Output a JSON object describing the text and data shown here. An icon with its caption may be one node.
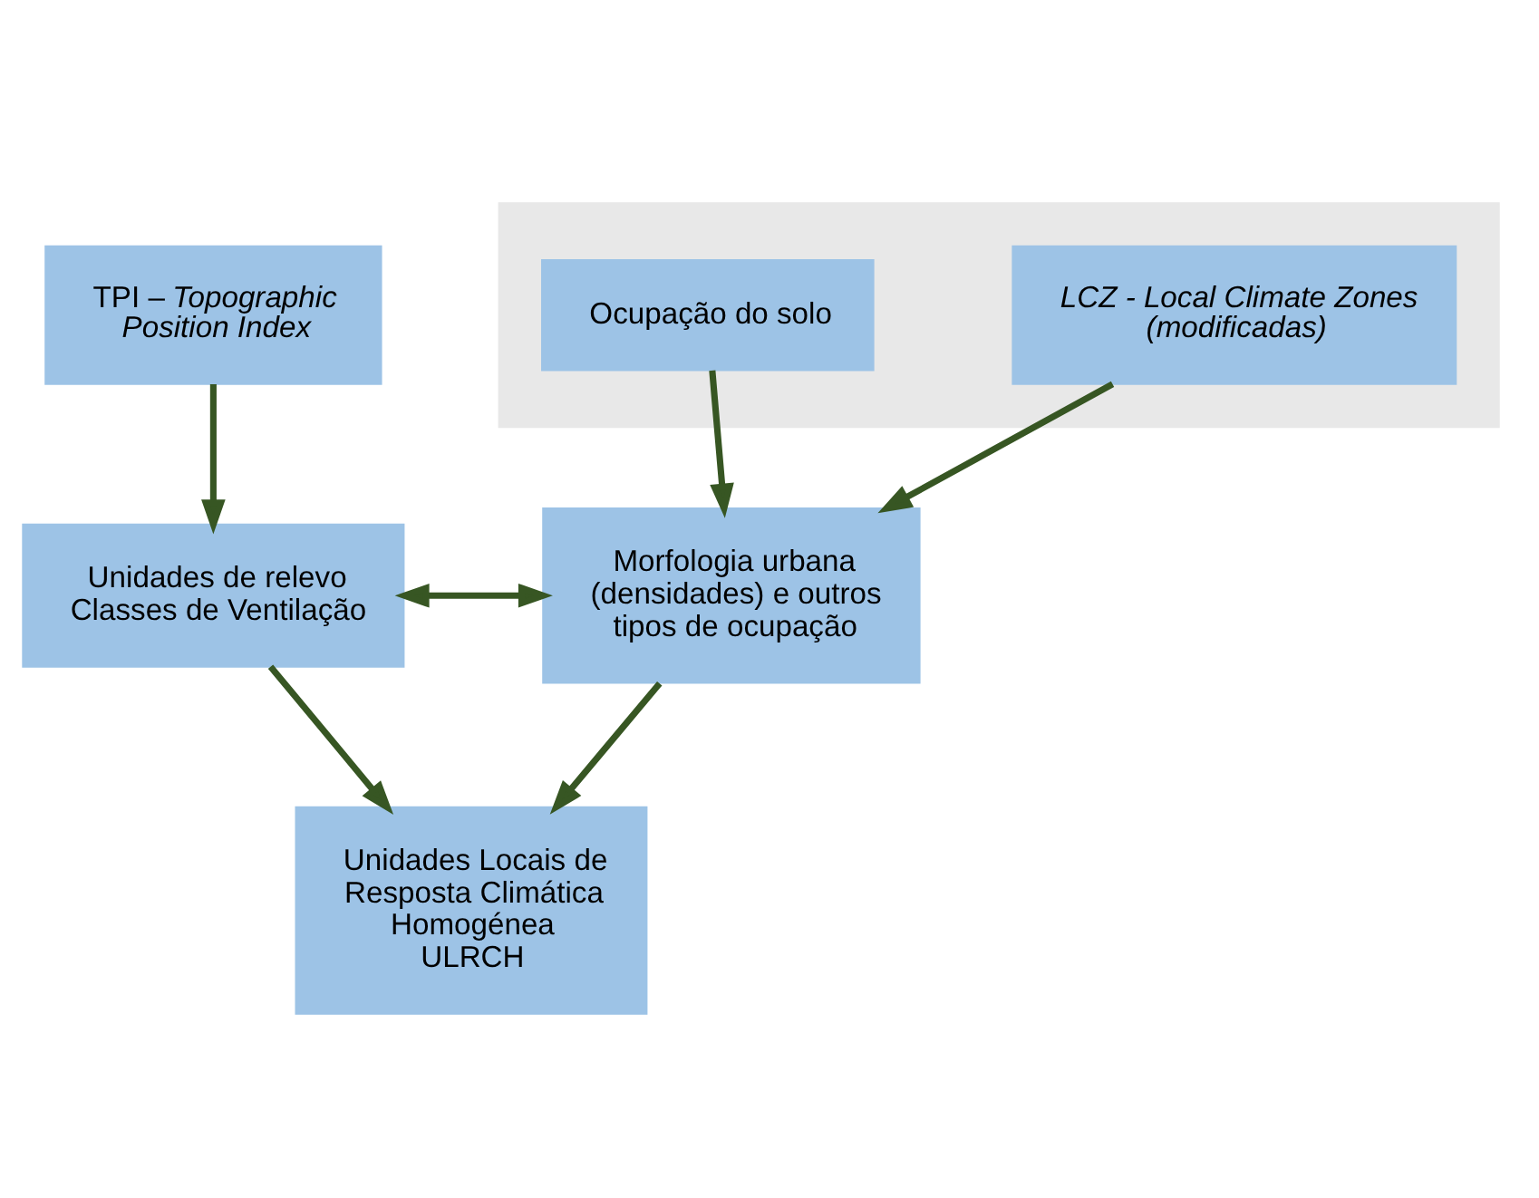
{
  "diagram": {
    "nodes": [
      {
        "text": [
          "TPI – *Topographic Position Index*"
        ]
      },
      {
        "text": [],
        "shape": "box"
      },
      {
        "text": [
          "Ocupação do solo"
        ],
        "in": 1
      },
      {
        "text": [
          "LCZ - Local Climate Zones (modificadas)"
        ],
        "in": 1
      },
      {
        "text": [
          "Unidades de relevo",
          "Classes de Ventilação"
        ]
      },
      {
        "text": [
          "Morfologia urbana (densidades) e outros tipos de ocupação"
        ]
      },
      {
        "text": [
          "Unidades Locais de Resposta Climática Homogénea",
          "ULRCH"
        ]
      }
    ],
    "edges": [
      {
        "from": 0,
        "to": 4,
        "arrow": "to"
      },
      {
        "from": 2,
        "to": 5,
        "arrow": "to"
      },
      {
        "from": 3,
        "to": 5,
        "arrow": "to"
      },
      {
        "from": 4,
        "to": 5,
        "arrow": "both"
      },
      {
        "from": 4,
        "to": 6,
        "arrow": "to"
      },
      {
        "from": 5,
        "to": 6,
        "arrow": "to"
      }
    ]
  }
}
